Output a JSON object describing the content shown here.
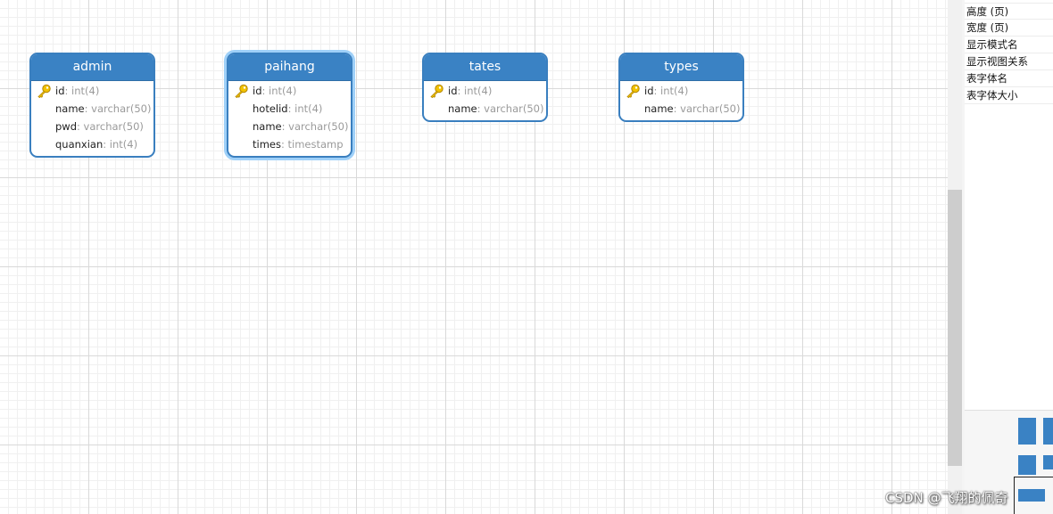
{
  "diagram": {
    "tables": [
      {
        "name": "admin",
        "fields": [
          {
            "name": "id",
            "type": ": int(4)",
            "primary_key": true
          },
          {
            "name": "name",
            "type": ": varchar(50)",
            "primary_key": false
          },
          {
            "name": "pwd",
            "type": ": varchar(50)",
            "primary_key": false
          },
          {
            "name": "quanxian",
            "type": ": int(4)",
            "primary_key": false
          }
        ]
      },
      {
        "name": "paihang",
        "selected": true,
        "fields": [
          {
            "name": "id",
            "type": ": int(4)",
            "primary_key": true
          },
          {
            "name": "hotelid",
            "type": ": int(4)",
            "primary_key": false
          },
          {
            "name": "name",
            "type": ": varchar(50)",
            "primary_key": false
          },
          {
            "name": "times",
            "type": ": timestamp",
            "primary_key": false
          }
        ]
      },
      {
        "name": "tates",
        "fields": [
          {
            "name": "id",
            "type": ": int(4)",
            "primary_key": true
          },
          {
            "name": "name",
            "type": ": varchar(50)",
            "primary_key": false
          }
        ]
      },
      {
        "name": "types",
        "fields": [
          {
            "name": "id",
            "type": ": int(4)",
            "primary_key": true
          },
          {
            "name": "name",
            "type": ": varchar(50)",
            "primary_key": false
          }
        ]
      }
    ]
  },
  "properties": {
    "rows": [
      "高度 (页)",
      "宽度 (页)",
      "显示模式名",
      "显示视图关系",
      "表字体名",
      "表字体大小"
    ]
  },
  "watermark": "CSDN @飞翔的佩奇",
  "colors": {
    "header": "#3a82c4",
    "border": "#3a7fbf",
    "selection_glow": "#9fd0f8",
    "key_icon": "#e8b400"
  },
  "icons": {
    "primary_key": "key-icon"
  }
}
